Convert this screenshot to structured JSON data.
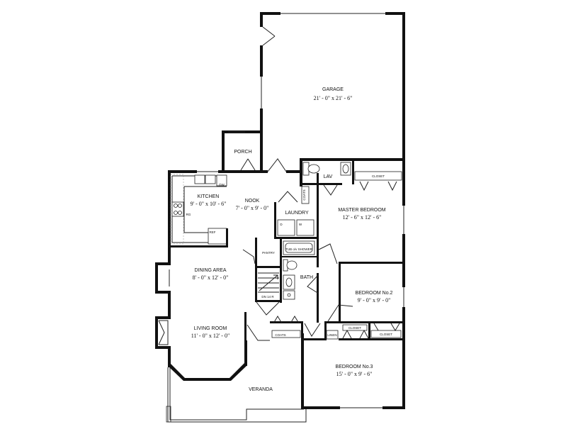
{
  "rooms": {
    "garage": {
      "name": "GARAGE",
      "dims": "21' - 0\" x 21' - 6\""
    },
    "porch": {
      "name": "PORCH"
    },
    "kitchen": {
      "name": "KITCHEN",
      "dims": "9' - 0\" x 10' - 6\""
    },
    "nook": {
      "name": "NOOK",
      "dims": "7' - 0\" x 9' - 0\""
    },
    "laundry": {
      "name": "LAUNDRY"
    },
    "lav": {
      "name": "LAV"
    },
    "master_bedroom": {
      "name": "MASTER BEDROOM",
      "dims": "12' - 6\" x 12' - 6\""
    },
    "pantry": {
      "name": "PANTRY"
    },
    "bath": {
      "name": "BATH"
    },
    "dining_area": {
      "name": "DINING AREA",
      "dims": "8' - 0\" x 12' - 0\""
    },
    "bedroom2": {
      "name": "BEDROOM No.2",
      "dims": "9' - 0\" x 9' - 0\""
    },
    "living_room": {
      "name": "LIVING ROOM",
      "dims": "11' - 0\" x 12' - 0\""
    },
    "bedroom3": {
      "name": "BEDROOM No.3",
      "dims": "15' - 0\" x 9' - 6\""
    },
    "veranda": {
      "name": "VERANDA"
    }
  },
  "fixtures": {
    "closet_master": "CLOSET",
    "closet_bed2_a": "CLOSET",
    "closet_bed2_b": "CLOSET",
    "coats_entry": "COATS",
    "coats_hall": "COATS",
    "linen": "LINEN",
    "tub_shower": "TUB o/v SHOWER",
    "dishwasher": "DW",
    "refrigerator": "REF",
    "range": "RG",
    "stairs_down": "DN 14 R",
    "washer": "W",
    "dryer": "D"
  }
}
